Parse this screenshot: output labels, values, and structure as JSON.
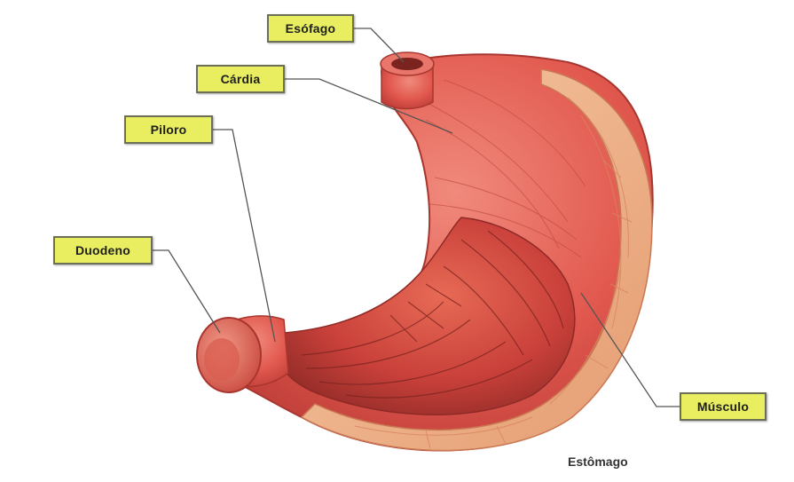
{
  "labels": {
    "esofago": "Esófago",
    "cardia": "Cárdia",
    "piloro": "Piloro",
    "duodeno": "Duodeno",
    "musculo": "Músculo"
  },
  "caption": "Estômago",
  "colors": {
    "label_fill": "#e8ee60",
    "label_border": "#6d6f55",
    "stomach_outer": "#e2594f",
    "stomach_inner": "#c9403a",
    "muscle_layer": "#f0b48a",
    "leader_line": "#555555"
  }
}
